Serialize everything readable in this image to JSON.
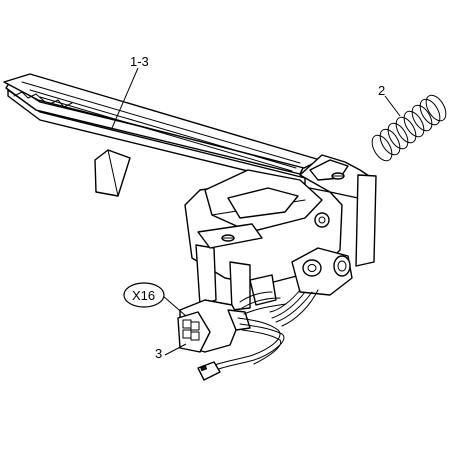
{
  "callouts": {
    "pedal": "1-3",
    "spring": "2",
    "harness": "3",
    "connector": "X16"
  },
  "colors": {
    "line": "#000000",
    "fill": "#ffffff"
  }
}
